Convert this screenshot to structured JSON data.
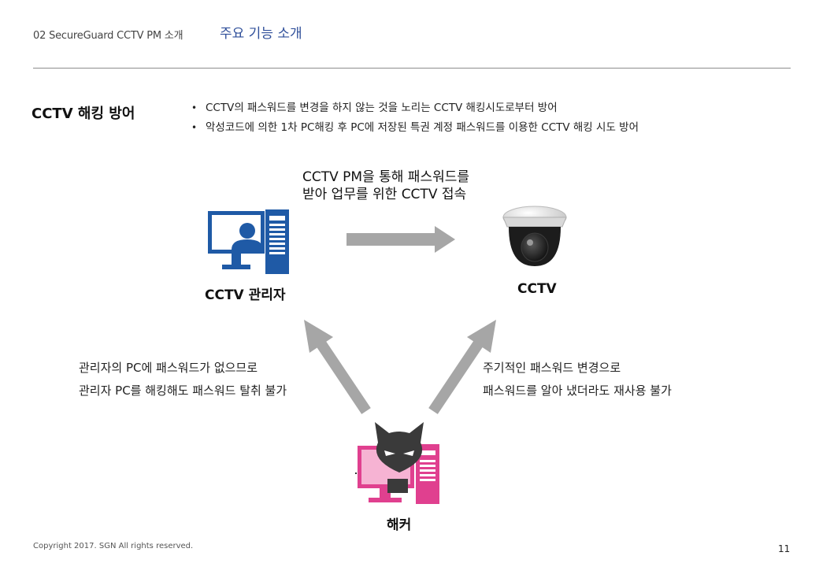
{
  "header": {
    "section_label": "02 SecureGuard CCTV PM 소개",
    "page_title": "주요 기능 소개"
  },
  "topic": {
    "heading": "CCTV 해킹 방어",
    "bullets": [
      "CCTV의 패스워드를 변경을 하지 않는 것을 노리는 CCTV 해킹시도로부터 방어",
      "악성코드에 의한 1차 PC해킹 후 PC에 저장된 특권 계정 패스워드를 이용한 CCTV 해킹 시도 방어"
    ]
  },
  "diagram": {
    "flow_caption_line1": "CCTV PM을 통해 패스워드를",
    "flow_caption_line2": "받아 업무를 위한 CCTV 접속",
    "admin_label": "CCTV 관리자",
    "cctv_label": "CCTV",
    "hacker_label": "해커",
    "left_desc_line1": "관리자의 PC에 패스워드가 없으므로",
    "left_desc_line2": "관리자 PC를 해킹해도 패스워드 탈취 불가",
    "right_desc_line1": "주기적인 패스워드 변경으로",
    "right_desc_line2": "패스워드를 알아 냈더라도 재사용 불가",
    "icons": {
      "admin": "computer-user-icon",
      "cctv": "dome-camera-icon",
      "hacker": "hacker-cat-computer-icon"
    },
    "colors": {
      "admin_icon": "#1f5aa6",
      "hacker_icon": "#e0408f",
      "arrow": "#a6a6a6"
    }
  },
  "footer": {
    "copyright": "Copyright 2017. SGN All rights reserved.",
    "page_number": "11"
  }
}
